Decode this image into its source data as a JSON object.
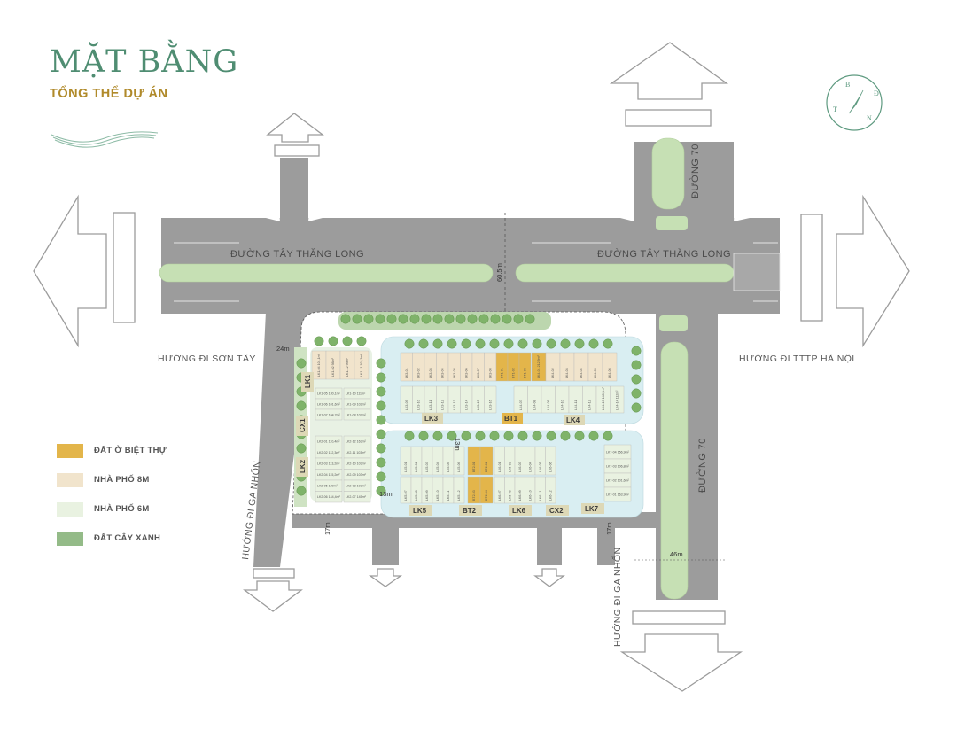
{
  "header": {
    "title": "MẶT BẰNG",
    "subtitle": "TỔNG THỂ DỰ ÁN"
  },
  "legend": [
    {
      "label": "ĐẤT Ở BIỆT THỰ",
      "color": "#e3b54a"
    },
    {
      "label": "NHÀ PHỐ 8M",
      "color": "#f1e4cc"
    },
    {
      "label": "NHÀ PHỐ 6M",
      "color": "#e9f2e1"
    },
    {
      "label": "ĐẤT CÂY XANH",
      "color": "#94bb88"
    }
  ],
  "roads": {
    "tay_thang_long_left": "ĐƯỜNG TÂY THĂNG LONG",
    "tay_thang_long_right": "ĐƯỜNG TÂY THĂNG LONG",
    "duong70_top": "ĐƯỜNG 70",
    "duong70_right": "ĐƯỜNG 70"
  },
  "directions": {
    "son_tay": "HƯỚNG ĐI SƠN TÂY",
    "tttp_ha_noi": "HƯỚNG ĐI TTTP HÀ NỘI",
    "ga_nhon_left": "HƯỚNG ĐI GA NHỔN",
    "ga_nhon_bottom": "HƯỚNG ĐI GA NHỔN"
  },
  "measurements": {
    "w60": "60.5m",
    "w24": "24m",
    "w17a": "17m",
    "w17b": "17m",
    "w13a": "13m",
    "w13b": "13m",
    "w46": "46m"
  },
  "blocks": {
    "lk1": "LK1",
    "lk2": "LK2",
    "lk3": "LK3",
    "lk4": "LK4",
    "lk5": "LK5",
    "lk6": "LK6",
    "lk7": "LK7",
    "bt1": "BT1",
    "bt2": "BT2",
    "cx1": "CX1",
    "cx2": "CX2"
  },
  "compass_letters": [
    "B",
    "Đ",
    "N",
    "T"
  ],
  "lots": {
    "lk1_top": [
      "LK1-04 101,1m²",
      "LK1-02 98m²",
      "LK1-12 99m²",
      "LK1-11 102,3m²"
    ],
    "lk1_rows": [
      [
        "LK1-05 130,1m²",
        "LK1-10 111m²"
      ],
      [
        "LK1-06 101,6m²",
        "LK1-09 102m²"
      ],
      [
        "LK1-07 104,2m²",
        "LK1-08 102m²"
      ]
    ],
    "lk2_rows": [
      [
        "LK2-01 110,4m²",
        "LK2-12 163m²"
      ],
      [
        "LK2-02 112,3m²",
        "LK2-11 103m²"
      ],
      [
        "LK2-03 113,2m²",
        "LK2-10 103m²"
      ],
      [
        "LK2-04 115,2m²",
        "LK2-09 103m²"
      ],
      [
        "LK2-05 120m²",
        "LK2-08 103m²"
      ],
      [
        "LK2-06 144,4m²",
        "LK2-07 145m²"
      ]
    ],
    "lk3_top": [
      "LK3-01",
      "LK3-02",
      "LK3-03",
      "LK3-04",
      "LK3-05",
      "LK3-06",
      "LK3-07",
      "LK3-08"
    ],
    "lk3_bottom": [
      "LK3-09",
      "LK3-10",
      "LK3-11",
      "LK3-12",
      "LK3-13",
      "LK3-14",
      "LK3-15",
      "LK3-16"
    ],
    "bt1": [
      "BT1-01",
      "BT1-02",
      "BT1-03"
    ],
    "lk4_top": [
      "LK4-01 212,9m²",
      "LK4-02",
      "LK4-03",
      "LK4-04",
      "LK4-05",
      "LK4-06"
    ],
    "lk4_bottom": [
      "LK4-07",
      "LK4-08",
      "LK4-09",
      "LK4-10",
      "LK4-11",
      "LK4-12",
      "LK4-13 148,5m²",
      "LK4-14 112m²"
    ],
    "lk5": [
      "LK5-01",
      "LK5-02",
      "LK5-03",
      "LK5-04",
      "LK5-05",
      "LK5-06",
      "LK5-07",
      "LK5-08",
      "LK5-09",
      "LK5-10",
      "LK5-11",
      "LK5-12"
    ],
    "bt2": [
      "BT2-01",
      "BT2-02",
      "BT2-03",
      "BT2-04"
    ],
    "lk6": [
      "LK6-01",
      "LK6-02",
      "LK6-03",
      "LK6-04",
      "LK6-05",
      "LK6-06",
      "LK6-07",
      "LK6-08",
      "LK6-09",
      "LK6-10",
      "LK6-11",
      "LK6-12"
    ],
    "lk7": [
      "LK7-04 156,9m²",
      "LK7-03 106,8m²",
      "LK7-02 101,6m²",
      "LK7-01 163,9m²"
    ]
  }
}
